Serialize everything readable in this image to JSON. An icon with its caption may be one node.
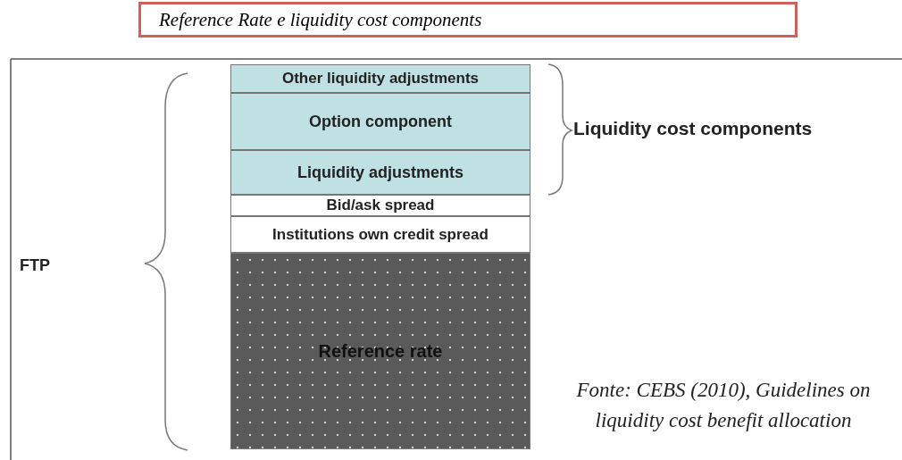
{
  "diagram": {
    "caption": "Fonte: CEBS (2010), Guidelines on liquidity cost benefit allocation",
    "nodes": [
      {
        "text": [
          "Reference Rate e liquidity cost components"
        ]
      },
      {
        "text": [
          "Other liquidity adjustments"
        ]
      },
      {
        "text": [
          "Option component"
        ]
      },
      {
        "text": [
          "Liquidity adjustments"
        ]
      },
      {
        "text": [
          "Bid/ask spread"
        ]
      },
      {
        "text": [
          "Institutions own credit spread"
        ]
      },
      {
        "text": [
          "Reference rate"
        ]
      }
    ],
    "labels": [
      "FTP",
      "Liquidity cost components"
    ]
  }
}
